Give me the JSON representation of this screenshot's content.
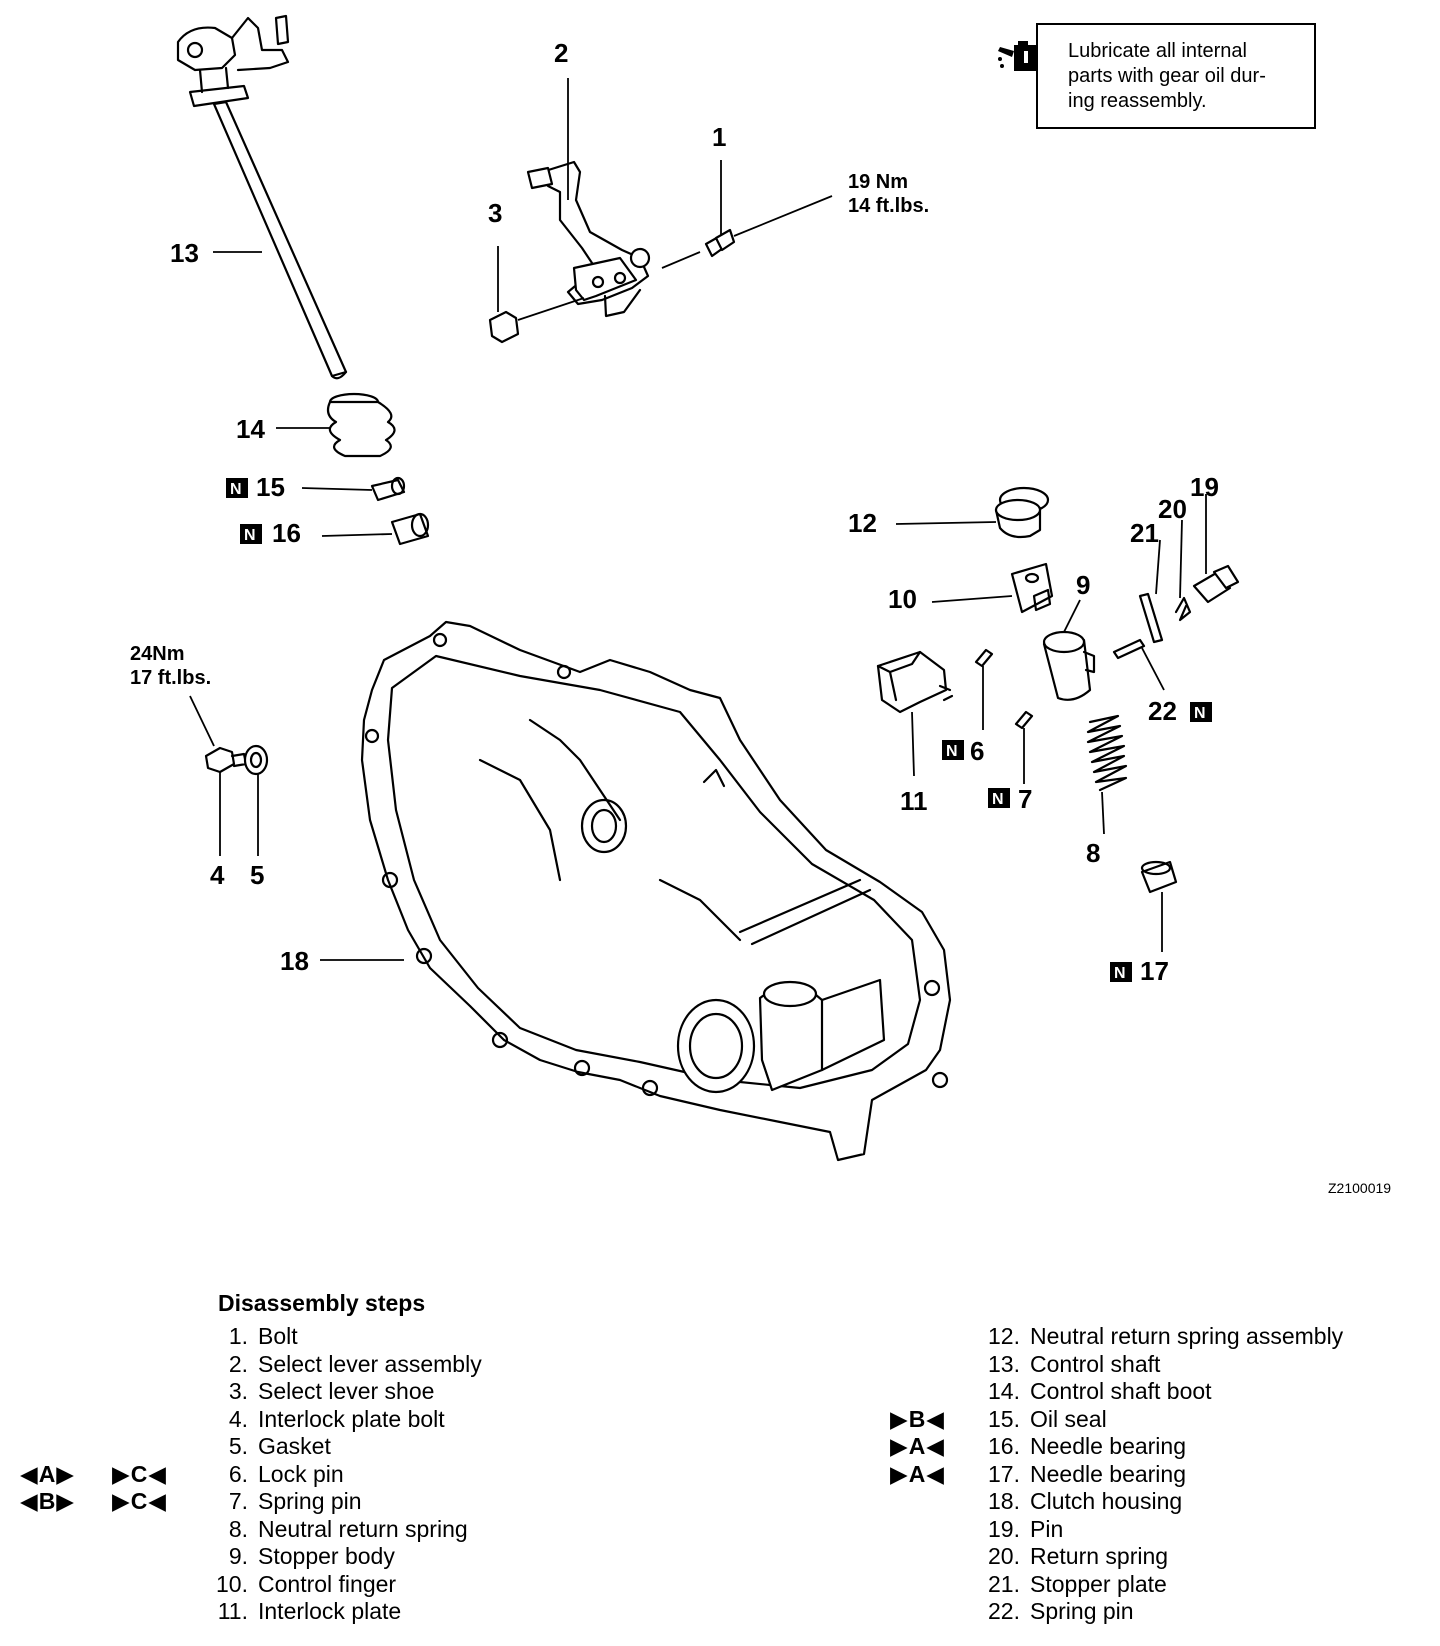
{
  "note": {
    "text_line1": "Lubricate all internal",
    "text_line2": "parts with gear oil dur-",
    "text_line3": "ing reassembly.",
    "icon": "oil-can-icon"
  },
  "torque_specs": {
    "bolt_1_line1": "19 Nm",
    "bolt_1_line2": "14 ft.lbs.",
    "bolt_4_line1": "24Nm",
    "bolt_4_line2": "17 ft.lbs."
  },
  "callouts": {
    "c1": "1",
    "c2": "2",
    "c3": "3",
    "c4": "4",
    "c5": "5",
    "c6": "6",
    "c7": "7",
    "c8": "8",
    "c9": "9",
    "c10": "10",
    "c11": "11",
    "c12": "12",
    "c13": "13",
    "c14": "14",
    "c15": "15",
    "c16": "16",
    "c17": "17",
    "c18": "18",
    "c19": "19",
    "c20": "20",
    "c21": "21",
    "c22": "22"
  },
  "new_part_badge": "N",
  "figure_id": "Z2100019",
  "steps_title": "Disassembly steps",
  "steps_left": [
    {
      "num": "1.",
      "name": "Bolt",
      "mark_a": "",
      "mark_b": ""
    },
    {
      "num": "2.",
      "name": "Select lever assembly",
      "mark_a": "",
      "mark_b": ""
    },
    {
      "num": "3.",
      "name": "Select lever shoe",
      "mark_a": "",
      "mark_b": ""
    },
    {
      "num": "4.",
      "name": "Interlock plate bolt",
      "mark_a": "",
      "mark_b": ""
    },
    {
      "num": "5.",
      "name": "Gasket",
      "mark_a": "",
      "mark_b": ""
    },
    {
      "num": "6.",
      "name": "Lock pin",
      "mark_a": "◀A▶",
      "mark_b": "▶C◀"
    },
    {
      "num": "7.",
      "name": "Spring pin",
      "mark_a": "◀B▶",
      "mark_b": "▶C◀"
    },
    {
      "num": "8.",
      "name": "Neutral return spring",
      "mark_a": "",
      "mark_b": ""
    },
    {
      "num": "9.",
      "name": "Stopper body",
      "mark_a": "",
      "mark_b": ""
    },
    {
      "num": "10.",
      "name": "Control finger",
      "mark_a": "",
      "mark_b": ""
    },
    {
      "num": "11.",
      "name": "Interlock plate",
      "mark_a": "",
      "mark_b": ""
    }
  ],
  "steps_right": [
    {
      "num": "12.",
      "name": "Neutral return spring assembly",
      "mark_b": ""
    },
    {
      "num": "13.",
      "name": "Control shaft",
      "mark_b": ""
    },
    {
      "num": "14.",
      "name": "Control shaft boot",
      "mark_b": ""
    },
    {
      "num": "15.",
      "name": "Oil seal",
      "mark_b": "▶B◀"
    },
    {
      "num": "16.",
      "name": "Needle bearing",
      "mark_b": "▶A◀"
    },
    {
      "num": "17.",
      "name": "Needle bearing",
      "mark_b": "▶A◀"
    },
    {
      "num": "18.",
      "name": "Clutch housing",
      "mark_b": ""
    },
    {
      "num": "19.",
      "name": "Pin",
      "mark_b": ""
    },
    {
      "num": "20.",
      "name": "Return spring",
      "mark_b": ""
    },
    {
      "num": "21.",
      "name": "Stopper plate",
      "mark_b": ""
    },
    {
      "num": "22.",
      "name": "Spring pin",
      "mark_b": ""
    }
  ]
}
